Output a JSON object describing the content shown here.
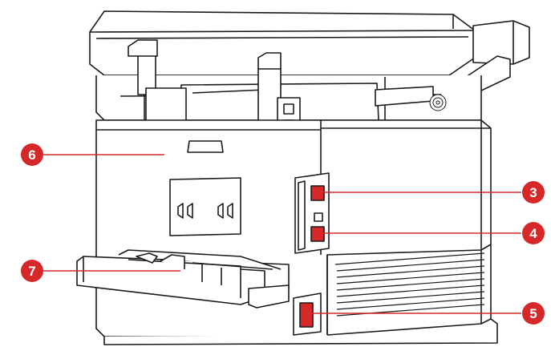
{
  "diagram": {
    "callouts": [
      {
        "id": "callout-3",
        "label": "3"
      },
      {
        "id": "callout-4",
        "label": "4"
      },
      {
        "id": "callout-5",
        "label": "5"
      },
      {
        "id": "callout-6",
        "label": "6"
      },
      {
        "id": "callout-7",
        "label": "7"
      }
    ],
    "colors": {
      "callout_fill": "#d62828",
      "leader_line": "#d62828",
      "outline": "#1a1a1a",
      "port_fill": "#d62828"
    }
  }
}
